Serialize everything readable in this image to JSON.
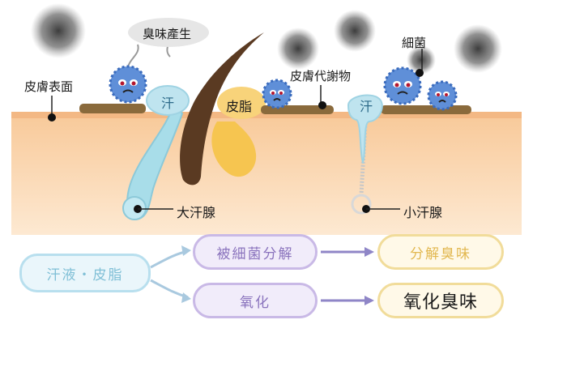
{
  "labels": {
    "odor_produced": "臭味產生",
    "skin_surface": "皮膚表面",
    "sweat_left": "汗",
    "sebum": "皮脂",
    "skin_metabolites": "皮膚代謝物",
    "bacteria": "細菌",
    "sweat_right": "汗",
    "apocrine_gland": "大汗腺",
    "eccrine_gland": "小汗腺"
  },
  "flow": {
    "source": "汗液・皮脂",
    "process_bacteria": "被細菌分解",
    "process_oxidation": "氧化",
    "result_bacteria": "分解臭味",
    "result_oxidation": "氧化臭味"
  },
  "colors": {
    "skin": "#fbd9b3",
    "skin_surface_line": "#f5c89c",
    "hair": "#5a3a22",
    "sweat": "#a7dbe9",
    "sebum": "#f6c550",
    "bacteria": "#5f8fd8",
    "smoke": "#5a5a5a",
    "arrow": "#8f86c7"
  }
}
